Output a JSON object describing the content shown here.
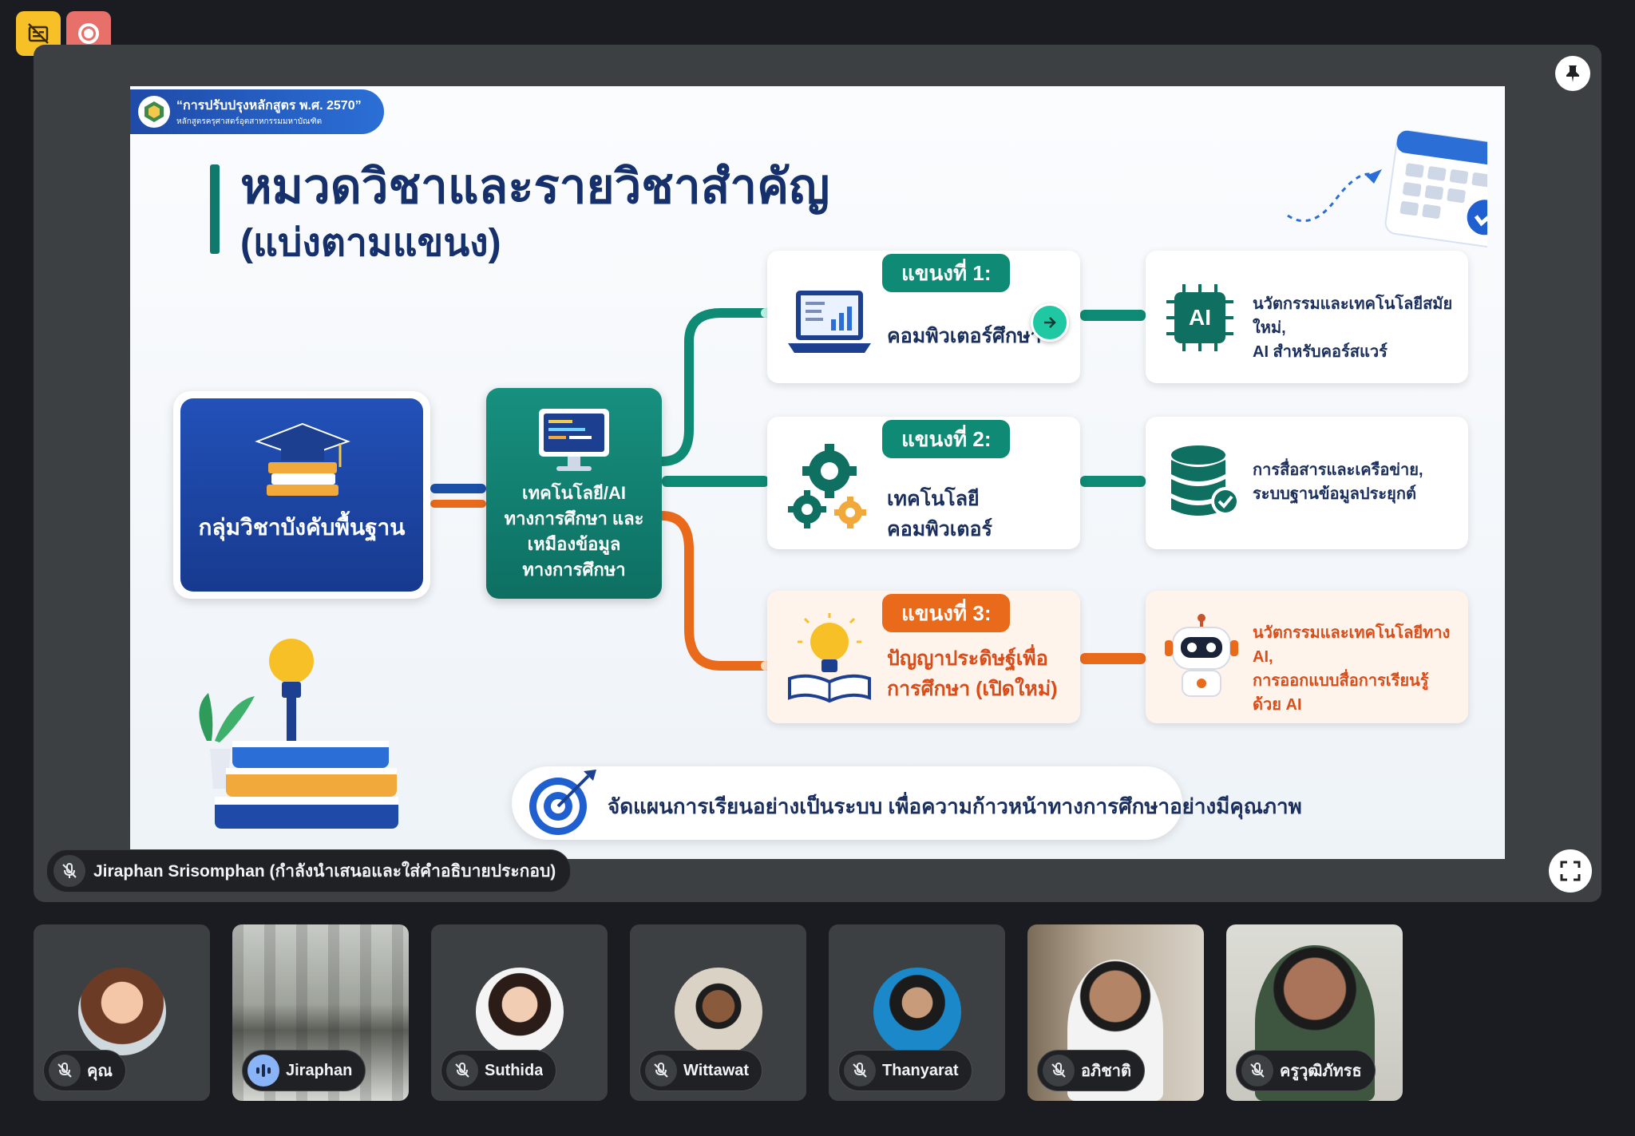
{
  "presenter": {
    "label": "Jiraphan Srisomphan (กำลังนำเสนอและใส่คำอธิบายประกอบ)"
  },
  "slide": {
    "badge_line1": "“การปรับปรุงหลักสูตร พ.ศ. 2570”",
    "badge_line2": "หลักสูตรครุศาสตร์อุตสาหกรรมมหาบัณฑิต",
    "title": "หมวดวิชาและรายวิชาสำคัญ",
    "subtitle": "(แบ่งตามแขนง)",
    "core_box": "กลุ่มวิชาบังคับพื้นฐาน",
    "tech_box_lines": [
      "เทคโนโลยี/AI",
      "ทางการศึกษา และ",
      "เหมืองข้อมูล",
      "ทางการศึกษา"
    ],
    "tracks": [
      {
        "tag": "แขนงที่ 1:",
        "name": [
          "คอมพิวเตอร์ศึกษา"
        ],
        "desc": [
          "นวัตกรรมและเทคโนโลยีสมัยใหม่,",
          "AI สำหรับคอร์สแวร์"
        ],
        "color": "#0f8a74"
      },
      {
        "tag": "แขนงที่ 2:",
        "name": [
          "เทคโนโลยีคอมพิวเตอร์"
        ],
        "desc": [
          "การสื่อสารและเครือข่าย,",
          "ระบบฐานข้อมูลประยุกต์"
        ],
        "color": "#0f8a74"
      },
      {
        "tag": "แขนงที่ 3:",
        "name": [
          "ปัญญาประดิษฐ์เพื่อ",
          "การศึกษา (เปิดใหม่)"
        ],
        "desc": [
          "นวัตกรรมและเทคโนโลยีทาง AI,",
          "การออกแบบสื่อการเรียนรู้",
          "ด้วย AI"
        ],
        "color": "#ea6a1c"
      }
    ],
    "chip_text": "AI",
    "bottom_banner": "จัดแผนการเรียนอย่างเป็นระบบ เพื่อความก้าวหน้าทางการศึกษาอย่างมีคุณภาพ"
  },
  "participants": [
    {
      "name": "คุณ",
      "muted": true,
      "speaking": false
    },
    {
      "name": "Jiraphan",
      "muted": false,
      "speaking": true
    },
    {
      "name": "Suthida",
      "muted": true,
      "speaking": false
    },
    {
      "name": "Wittawat",
      "muted": true,
      "speaking": false
    },
    {
      "name": "Thanyarat",
      "muted": true,
      "speaking": false
    },
    {
      "name": "อภิชาติ",
      "muted": true,
      "speaking": false
    },
    {
      "name": "ครูวุฒิภัทรธ",
      "muted": true,
      "speaking": false
    }
  ],
  "colors": {
    "captions_button": "#f6c026",
    "record_button": "#e8706b",
    "teal": "#0f8a74",
    "orange": "#ea6a1c",
    "navy": "#15306b",
    "speaking": "#8ab4f8"
  }
}
